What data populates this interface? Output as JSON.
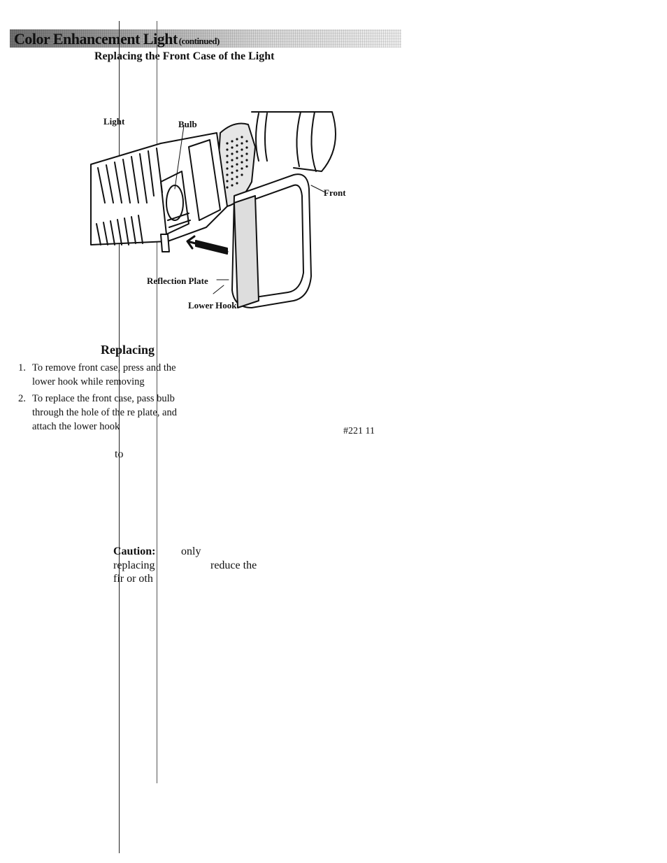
{
  "header": {
    "title": "Color Enhancement Light",
    "continued": "(continued)"
  },
  "subtitle": "Replacing the Front Case of the Light",
  "diagram": {
    "labels": {
      "light": "Light",
      "bulb": "Bulb",
      "front": "Front",
      "reflection_plate": "Reflection Plate",
      "lower_hook": "Lower Hook"
    }
  },
  "section": {
    "title": "Replacing",
    "steps": [
      {
        "num": "1.",
        "text": "To remove front case, press and the lower hook while removing"
      },
      {
        "num": "2.",
        "text": "To replace the front case, pass bulb through the hole of the re plate, and attach the lower hook"
      }
    ]
  },
  "figure_id": "#221 11",
  "fragments": {
    "to": "to",
    "caution": "Caution:",
    "only": "only",
    "replacing": "replacing",
    "reduce_the": "reduce the",
    "fire_or_oth": "fir or oth"
  }
}
